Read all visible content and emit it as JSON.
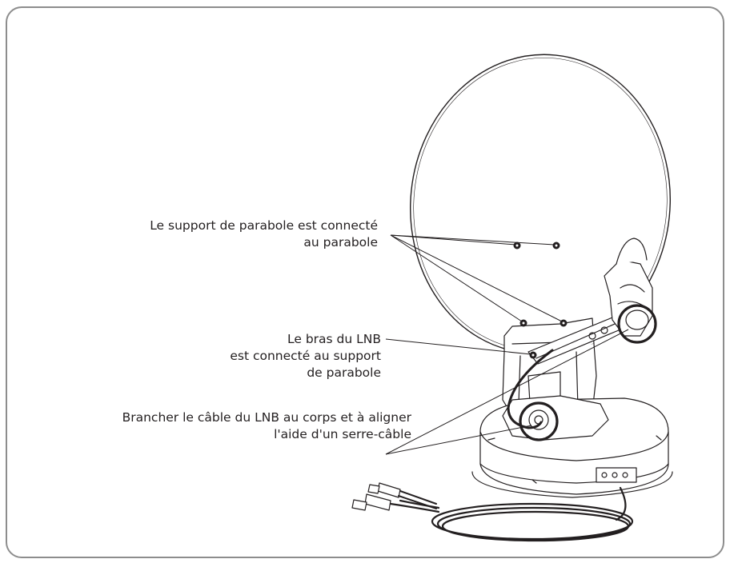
{
  "callouts": {
    "dish_support": "Le support de parabole est connecté\nau parabole",
    "lnb_arm": "Le bras du LNB\nest connecté au support\nde parabole",
    "lnb_cable": "Brancher le câble du LNB au corps et à aligner\nl'aide d'un serre-câble"
  },
  "colors": {
    "frame_border": "#8d8d8d",
    "line_art": "#231f20",
    "text": "#231f20"
  }
}
